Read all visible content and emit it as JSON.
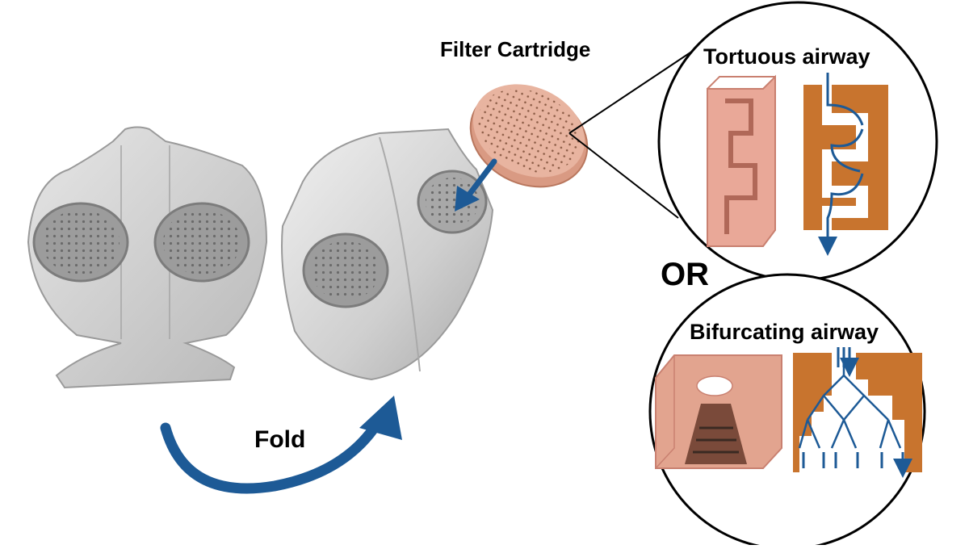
{
  "labels": {
    "filter_cartridge": "Filter Cartridge",
    "tortuous_airway": "Tortuous airway",
    "or": "OR",
    "bifurcating_airway": "Bifurcating airway",
    "fold": "Fold"
  },
  "colors": {
    "arrow_blue": "#1d5a96",
    "copper": "#c8742e",
    "copper_light": "#e8b4a0",
    "mask_grey": "#c9c9c9",
    "outline": "#000000"
  }
}
